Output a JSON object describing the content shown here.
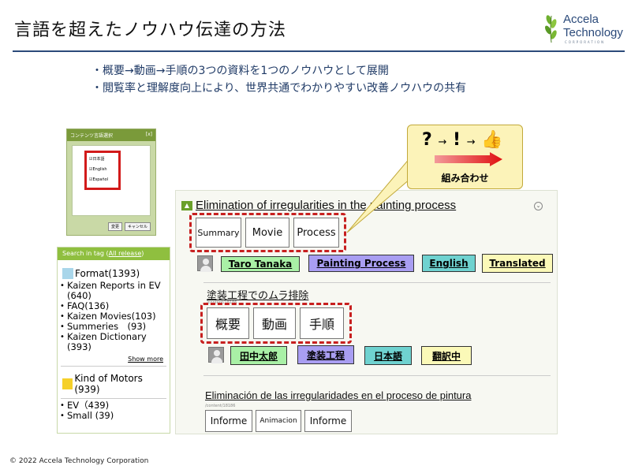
{
  "slide": {
    "title": "言語を超えたノウハウ伝達の方法",
    "bullets": [
      "概要→動画→手順の3つの資料を1つのノウハウとして展開",
      "閲覧率と理解度向上により、世界共通でわかりやすい改善ノウハウの共有"
    ],
    "footer": "© 2022  Accela  Technology  Corporation"
  },
  "logo": {
    "line1": "Accela",
    "line2": "Technology",
    "line3": "CORPORATION",
    "icon": "leaf-icon",
    "color": "#2b4a7a"
  },
  "lang_dialog": {
    "title": "コンテンツ言語選択",
    "close": "[x]",
    "options": [
      "日本語",
      "English",
      "Español"
    ],
    "ok_label": "変更",
    "cancel_label": "キャンセル"
  },
  "tag_panel": {
    "header": "Search in tag (",
    "header_link": "All release",
    "header_end": ")",
    "group1": {
      "label": "Format(1393)",
      "color": "#a9d6ea"
    },
    "items1": [
      "Kaizen Reports in EV (640)",
      "FAQ(136)",
      "Kaizen Movies(103)",
      "Summeries　(93)",
      "Kaizen Dictionary (393)"
    ],
    "show_more": "Show more",
    "group2": {
      "label": "Kind of Motors (939)",
      "color": "#f5d02a"
    },
    "items2": [
      "EV（439)",
      "Small (39)"
    ]
  },
  "content": {
    "en": {
      "title": "Elimination of irregularities in the painting process",
      "tabs": [
        "Summary",
        "Movie",
        "Process"
      ],
      "tags": [
        "Taro Tanaka",
        "Painting Process",
        "English",
        "Translated"
      ]
    },
    "ja": {
      "title": "塗装工程でのムラ排除",
      "path": "/content/18186",
      "tabs": [
        "概要",
        "動画",
        "手順"
      ],
      "tags": [
        "田中太郎",
        "塗装工程",
        "日本語",
        "翻訳中"
      ]
    },
    "es": {
      "title": "Eliminación de las irregularidades  en el proceso de pintura",
      "path": "/content/18186",
      "tabs": [
        "Informe",
        "Animacion",
        "Informe"
      ]
    }
  },
  "callout": {
    "q": "?",
    "arrow1": "→",
    "excl": "!",
    "arrow2": "→",
    "thumb": "👍",
    "label": "組み合わせ"
  },
  "colors": {
    "accent_red": "#c71f1f",
    "tag_green": "#a9f0a6",
    "tag_purple": "#a99ef2",
    "tag_teal": "#6fd2d0",
    "tag_yellow": "#fbf9b8"
  }
}
